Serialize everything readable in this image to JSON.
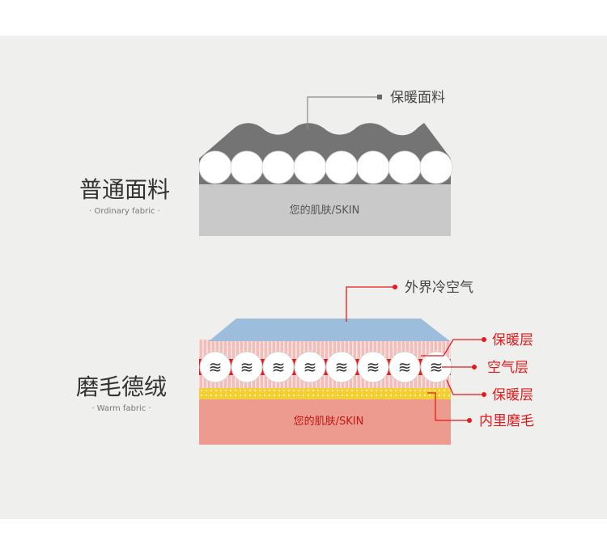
{
  "ordinary": {
    "title": "普通面料",
    "subtitle": "· Ordinary fabric ·",
    "layer_label": "保暖面料",
    "skin_label": "您的肌肤/SKIN"
  },
  "warm": {
    "title": "磨毛德绒",
    "subtitle": "· Warm fabric ·",
    "cold_air_label": "外界冷空气",
    "callouts": [
      "保暖层",
      "空气层",
      "保暖层",
      "内里磨毛"
    ],
    "skin_label": "您的肌肤/SKIN",
    "bubble_symbol": "≋"
  },
  "colors": {
    "background": "#efefee",
    "ordinary_top": "#747474",
    "ordinary_skin": "#c9c9c9",
    "warm_top": "#9cbddb",
    "warm_layer": "#f2b9b7",
    "warm_fuzz": "#f4d23c",
    "warm_skin": "#ed9b8e",
    "accent_red": "#e8191b"
  }
}
